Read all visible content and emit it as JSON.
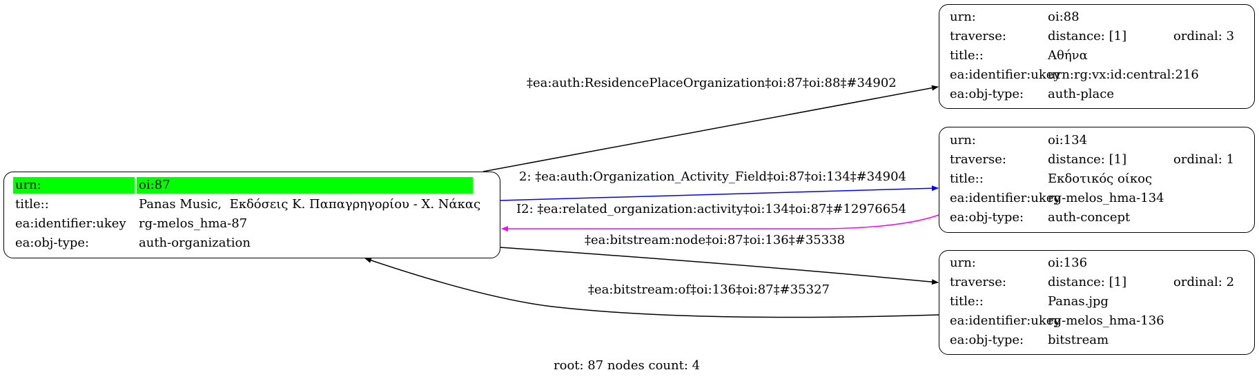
{
  "root_node": {
    "rows": [
      {
        "key": "urn:",
        "value": "oi:87"
      },
      {
        "key": "title::",
        "value": "Panas Music,  Εκδόσεις Κ. Παπαγρηγορίου - Χ. Νάκας"
      },
      {
        "key": "ea:identifier:ukey",
        "value": "rg-melos_hma-87"
      },
      {
        "key": "ea:obj-type:",
        "value": "auth-organization"
      }
    ],
    "highlight_color": "#00ff00"
  },
  "node_88": {
    "urn_key": "urn:",
    "urn": "oi:88",
    "traverse_key": "traverse:",
    "distance": "distance: [1]",
    "ordinal": "ordinal: 3",
    "title_key": "title::",
    "title": "Αθήνα",
    "ukey_key": "ea:identifier:ukey",
    "ukey": "urn:rg:vx:id:central:216",
    "type_key": "ea:obj-type:",
    "type": "auth-place"
  },
  "node_134": {
    "urn_key": "urn:",
    "urn": "oi:134",
    "traverse_key": "traverse:",
    "distance": "distance: [1]",
    "ordinal": "ordinal: 1",
    "title_key": "title::",
    "title": "Εκδοτικός οίκος",
    "ukey_key": "ea:identifier:ukey",
    "ukey": "rg-melos_hma-134",
    "type_key": "ea:obj-type:",
    "type": "auth-concept"
  },
  "node_136": {
    "urn_key": "urn:",
    "urn": "oi:136",
    "traverse_key": "traverse:",
    "distance": "distance: [1]",
    "ordinal": "ordinal: 2",
    "title_key": "title::",
    "title": "Panas.jpg",
    "ukey_key": "ea:identifier:ukey",
    "ukey": "rg-melos_hma-136",
    "type_key": "ea:obj-type:",
    "type": "bitstream"
  },
  "edges": {
    "residence": "‡ea:auth:ResidencePlaceOrganization‡oi:87‡oi:88‡#34902",
    "activity": "2: ‡ea:auth:Organization_Activity_Field‡oi:87‡oi:134‡#34904",
    "related": "I2: ‡ea:related_organization:activity‡oi:134‡oi:87‡#12976654",
    "node": "‡ea:bitstream:node‡oi:87‡oi:136‡#35338",
    "of": "‡ea:bitstream:of‡oi:136‡oi:87‡#35327"
  },
  "edge_colors": {
    "default": "#000000",
    "activity": "#0000ff",
    "related": "#ff00ff"
  },
  "footer": "root: 87 nodes count: 4"
}
